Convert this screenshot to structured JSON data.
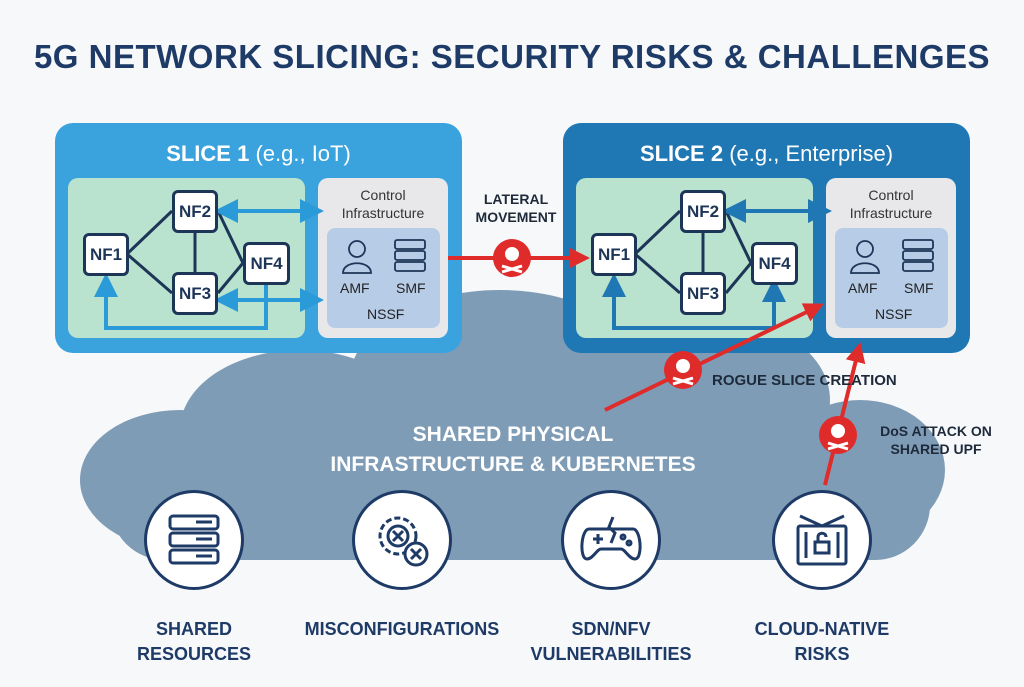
{
  "title": "5G NETWORK SLICING: SECURITY RISKS & CHALLENGES",
  "slices": [
    {
      "name": "SLICE 1",
      "example": "(e.g., IoT)",
      "color": "#3aa3de",
      "nfs": [
        "NF1",
        "NF2",
        "NF3",
        "NF4"
      ],
      "control_title": "Control Infrastructure",
      "amf": "AMF",
      "smf": "SMF",
      "nssf": "NSSF"
    },
    {
      "name": "SLICE 2",
      "example": "(e.g., Enterprise)",
      "color": "#1f78b4",
      "nfs": [
        "NF1",
        "NF2",
        "NF3",
        "NF4"
      ],
      "control_title": "Control Infrastructure",
      "amf": "AMF",
      "smf": "SMF",
      "nssf": "NSSF"
    }
  ],
  "attacks": {
    "lateral_line1": "LATERAL",
    "lateral_line2": "MOVEMENT",
    "rogue": "ROGUE SLICE CREATION",
    "dos_line1": "DoS ATTACK ON",
    "dos_line2": "SHARED UPF"
  },
  "cloud": {
    "line1": "SHARED PHYSICAL",
    "line2": "INFRASTRUCTURE & KUBERNETES"
  },
  "risks": [
    {
      "icon": "server-stack-icon",
      "line1": "SHARED",
      "line2": "RESOURCES"
    },
    {
      "icon": "gear-error-icon",
      "line1": "MISCONFIGURATIONS",
      "line2": ""
    },
    {
      "icon": "broken-gamepad-icon",
      "line1": "SDN/NFV",
      "line2": "VULNERABILITIES"
    },
    {
      "icon": "container-lock-icon",
      "line1": "CLOUD-NATIVE",
      "line2": "RISKS"
    }
  ]
}
